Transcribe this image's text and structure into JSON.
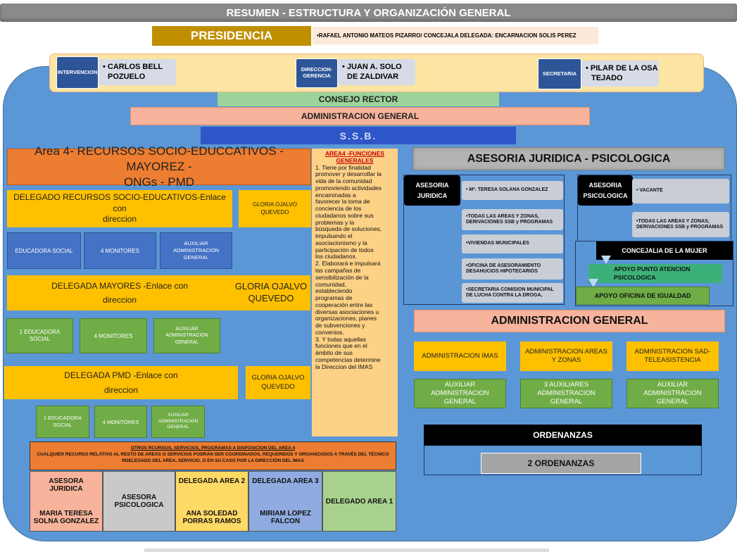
{
  "title": "RESUMEN - ESTRUCTURA Y ORGANIZACIÓN GENERAL",
  "presidencia": {
    "label": "PRESIDENCIA",
    "names": "•RAFAEL ANTONIO MATEOS PIZARRO/ CONCEJALA DELEGADA: ENCARNACION SOLIS PEREZ"
  },
  "top": {
    "intervencion": {
      "label": "INTERVENCION",
      "name_1": "• CARLOS BELL",
      "name_2": "POZUELO"
    },
    "direccion": {
      "label_1": "DIRECCION-",
      "label_2": "GERENCIA",
      "name_1": "• JUAN A. SOLO",
      "name_2": "DE ZALDIVAR"
    },
    "secretaria": {
      "label": "SECRETARIA",
      "name_1": "• PILAR DE LA OSA",
      "name_2": "TEJADO"
    }
  },
  "consejo": "CONSEJO RECTOR",
  "admin_general_top": "ADMINISTRACION GENERAL",
  "ssb": "S.S.B.",
  "area4": {
    "title_1": "Area 4- RECURSOS SOCIO-EDUCCATIVOS - MAYOREZ -",
    "title_2": "ONGs - PMD",
    "rec": {
      "title_1": "DELEGADO RECURSOS SOCIO-EDUCATIVOS-Enlace",
      "title_2": "con",
      "title_3": "direccion",
      "person_1": "GLORIA OJALVO",
      "person_2": "QUEVEDO",
      "boxes": [
        "EDUCADORA SOCIAL",
        "4 MONITORES"
      ],
      "aux_1": "AUXILIAR",
      "aux_2": "ADMINISTRACION",
      "aux_3": "GENERAL"
    },
    "may": {
      "title_1": "DELEGADA MAYORES -Enlace con",
      "title_2": "direccion",
      "person_1": "GLORIA OJALVO",
      "person_2": "QUEVEDO",
      "edu_1": "1 EDUCADORA",
      "edu_2": "SOCIAL",
      "mon": "4 MONITORES",
      "aux_1": "AUXILIAR",
      "aux_2": "ADMINISTRACION",
      "aux_3": "GENERAL"
    },
    "pmd": {
      "title_1": "DELEGADA PMD -Enlace con",
      "title_2": "direccion",
      "person_1": "GLORIA OJALVO",
      "person_2": "QUEVEDO",
      "edu_1": "1 EDUCADORA",
      "edu_2": "SOCIAL",
      "mon": "4 MONITORES",
      "aux_1": "AUXILIAR",
      "aux_2": "ADMINISTRACION",
      "aux_3": "GENERAL"
    }
  },
  "funciones": {
    "heading_1": "AREA4 -FUNCIONES",
    "heading_2": "GENERALES",
    "lines": [
      "1. Tiene por finalidad",
      "promover y desarrollar la",
      "vida de la comunidad",
      "promoviendo actividades",
      "encaminadas a",
      "favorecer la toma de",
      "conciencia de los",
      "ciudadanos sobre sus",
      "problemas y la",
      "búsqueda de soluciones,",
      "impulsando el",
      "asociacionismo y la",
      "participación de todos",
      "los ciudadanos.",
      "2. Elaborará e impulsará",
      "las campañas de",
      "sensibilización de la",
      "comunidad,",
      "estableciendo",
      "programas de",
      "cooperación entre las",
      "diversas asociaciones u",
      "organizaciones, planes",
      "de subvenciones y",
      "convenios.",
      "3. Y todas aquellas",
      "funciones que en el",
      "ámbito de sus",
      "competencias determine",
      "la Direccion del IMAS"
    ]
  },
  "otros": {
    "title": "OTROS RCURSOS, SERVICIOS, PROGRAMAS A DISPOSICION DEL AREA 4",
    "line_1": "CUALQUIER RECURSO RELATIVO AL RESTO DE AREAS  O SERVICIOS PODRÁN SER COORDINADOS,  REQUERIDOS Y ORGANIZADOS A TRAVÉS DEL TÉCNICO",
    "line_2": "RDELEGADO DEL AREA,  SERVICIO, O EN SU CASO POR LA DIRECCIÓN DEL IMAS",
    "cells": [
      {
        "head": "ASESORA JURIDICA",
        "name_1": "MARIA TERESA",
        "name_2": "SOLNA GONZALEZ"
      },
      {
        "head": "ASESORA",
        "head_2": "PSICOLOGICA"
      },
      {
        "head": "DELEGADA AREA 2",
        "name_1": "ANA SOLEDAD",
        "name_2": "PORRAS RAMOS"
      },
      {
        "head": "DELEGADA AREA 3",
        "name_1": "MIRIAM LOPEZ",
        "name_2": "FALCON"
      },
      {
        "head": "DELEGADO AREA 1"
      }
    ]
  },
  "asesoria": {
    "title": "ASESORIA JURIDICA - PSICOLOGICA",
    "juridica": {
      "label_1": "ASESORIA",
      "label_2": "JURIDICA",
      "name": "• Mª. TERESA SOLANA GONZALEZ",
      "items": [
        {
          "l1": "•TODAS LAS AREAS Y ZONAS,",
          "l2": "DERIVACIONES SSB y PROGRAMAS"
        },
        {
          "l1": "•VIVIENDAS MUNICIPALES",
          "l2": ""
        },
        {
          "l1": "•OFICINA DE ASESORAMIENTO",
          "l2": "DESAHUCIOS HIPOTECARIOS"
        },
        {
          "l1": "•SECRETARIA COMISION MUNICIPAL",
          "l2": "DE LUCHA CONTRA LA DROGA,"
        }
      ]
    },
    "psicologica": {
      "label_1": "ASESORIA",
      "label_2": "PSICOLOGICA",
      "name": "• VACANTE",
      "item_1": "•TODAS LAS AREAS Y ZONAS,",
      "item_2": "DERIVACIONES SSB y PROGRAMAS"
    },
    "mujer": {
      "title": "CONCEJALIA DE LA MUJER",
      "punto_1": "APOYO PUNTO ATENCION",
      "punto_2": "PSICOLOGICA",
      "igualdad": "APOYO OFICINA DE IGUALDAD"
    }
  },
  "admin_general": {
    "title": "ADMINISTRACION GENERAL",
    "cols": [
      {
        "h1": "ADMINISTRACION IMAS",
        "h2": "",
        "a1": "AUXILIAR",
        "a2": "ADMINISTRACION",
        "a3": "GENERAL"
      },
      {
        "h1": "ADMINISTRACION AREAS",
        "h2": "Y ZONAS",
        "a1": "3 AUXILIARES",
        "a2": "ADMINISTRACION",
        "a3": "GENERAL"
      },
      {
        "h1": "ADMINISTRACION SAD-",
        "h2": "TELEASISTENCIA",
        "a1": "AUXILIAR",
        "a2": "ADMINISTRACION",
        "a3": "GENERAL"
      }
    ]
  },
  "ordenanzas": {
    "title": "ORDENANZAS",
    "value": "2 ORDENANZAS"
  }
}
